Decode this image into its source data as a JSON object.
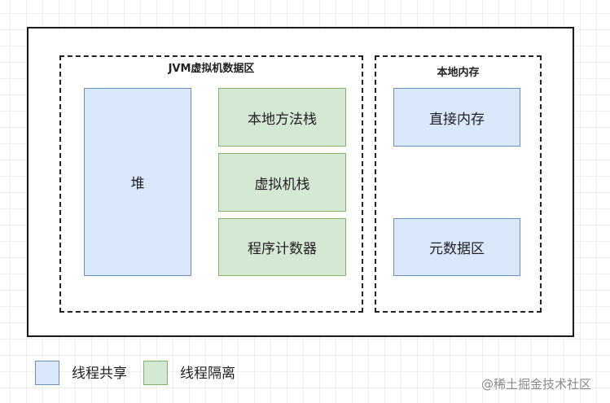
{
  "diagram": {
    "jvm_region": {
      "title": "JVM虚拟机数据区",
      "heap": "堆",
      "native_method_stack": "本地方法栈",
      "vm_stack": "虚拟机栈",
      "program_counter": "程序计数器"
    },
    "native_memory_region": {
      "title": "本地内存",
      "direct_memory": "直接内存",
      "metaspace": "元数据区"
    }
  },
  "legend": [
    {
      "label": "线程共享",
      "color": "#dae8fc"
    },
    {
      "label": "线程隔离",
      "color": "#d5e8d4"
    }
  ],
  "watermark": "@稀土掘金技术社区"
}
